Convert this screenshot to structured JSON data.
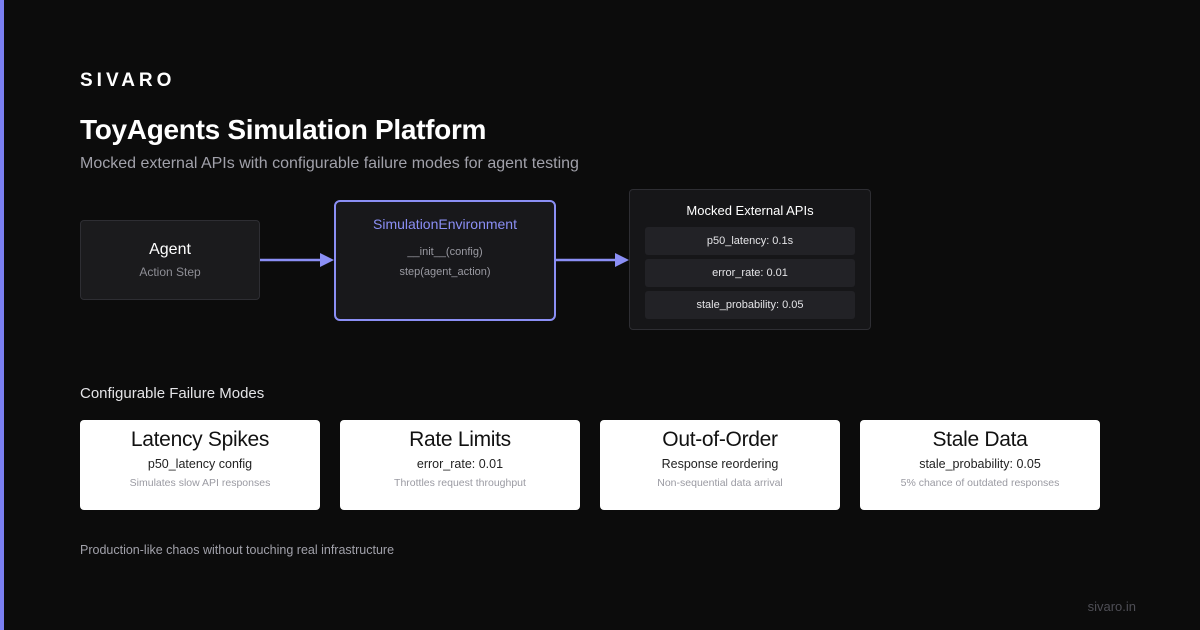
{
  "brand": "SIVARO",
  "title": "ToyAgents Simulation Platform",
  "subtitle": "Mocked external APIs with configurable failure modes for agent testing",
  "diagram": {
    "agent": {
      "title": "Agent",
      "subtitle": "Action Step"
    },
    "simulation": {
      "title": "SimulationEnvironment",
      "methods": [
        "__init__(config)",
        "step(agent_action)"
      ]
    },
    "apis": {
      "title": "Mocked External APIs",
      "items": [
        "p50_latency: 0.1s",
        "error_rate: 0.01",
        "stale_probability: 0.05"
      ]
    }
  },
  "failure_modes": {
    "label": "Configurable Failure Modes",
    "cards": [
      {
        "title": "Latency Spikes",
        "detail": "p50_latency config",
        "desc": "Simulates slow API responses"
      },
      {
        "title": "Rate Limits",
        "detail": "error_rate: 0.01",
        "desc": "Throttles request throughput"
      },
      {
        "title": "Out-of-Order",
        "detail": "Response reordering",
        "desc": "Non-sequential data arrival"
      },
      {
        "title": "Stale Data",
        "detail": "stale_probability: 0.05",
        "desc": "5% chance of outdated responses"
      }
    ]
  },
  "footer_note": "Production-like chaos without touching real infrastructure",
  "site": "sivaro.in",
  "colors": {
    "accent": "#8b8ff5",
    "background": "#0c0c0c",
    "card": "#ffffff"
  }
}
